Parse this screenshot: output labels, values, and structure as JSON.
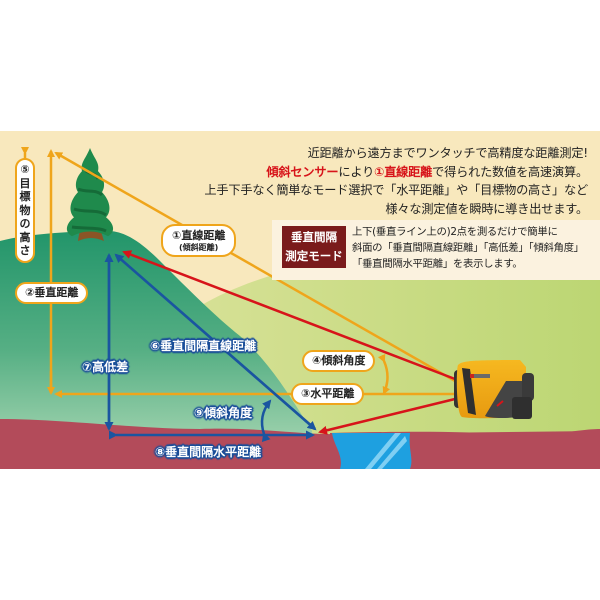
{
  "headline": {
    "line1": "近距離から遠方までワンタッチで高精度な距離測定!",
    "line2_red1": "傾斜センサー",
    "line2_mid": "により",
    "line2_red2": "①直線距離",
    "line2_end": "で得られた数値を高速演算。",
    "line3": "上手下手なく簡単なモード選択で「水平距離」や「目標物の高さ」など",
    "line4": "様々な測定値を瞬時に導き出せます。"
  },
  "mode_panel": {
    "badge_line1": "垂直間隔",
    "badge_line2": "測定モード",
    "text_line1": "上下(垂直ライン上の)2点を測るだけで簡単に",
    "text_line2": "斜面の「垂直間隔直線距離」「高低差」「傾斜角度」",
    "text_line3": "「垂直間隔水平距離」を表示します。"
  },
  "labels": {
    "l1": "①直線距離",
    "l1_sub": "(傾斜距離)",
    "l2": "②垂直距離",
    "l3": "③水平距離",
    "l4": "④傾斜角度",
    "l5": [
      "⑤",
      "目",
      "標",
      "物",
      "の",
      "高",
      "さ"
    ],
    "l6": "⑥垂直間隔直線距離",
    "l7": "⑦高低差",
    "l8": "⑧垂直間隔水平距離",
    "l9": "⑨傾斜角度"
  },
  "colors": {
    "sky": "#f8e8bd",
    "hill_green": "#2e9a6e",
    "slope_light": "#cddc86",
    "ground": "#b34b5a",
    "water": "#1ea0e0",
    "orange_line": "#efa51b",
    "red_line": "#d7141a",
    "blue_line": "#1a55a0",
    "badge": "#7a1b1b"
  },
  "icons": {
    "tree": "tree-illustration",
    "device": "laser-rangefinder-illustration"
  }
}
